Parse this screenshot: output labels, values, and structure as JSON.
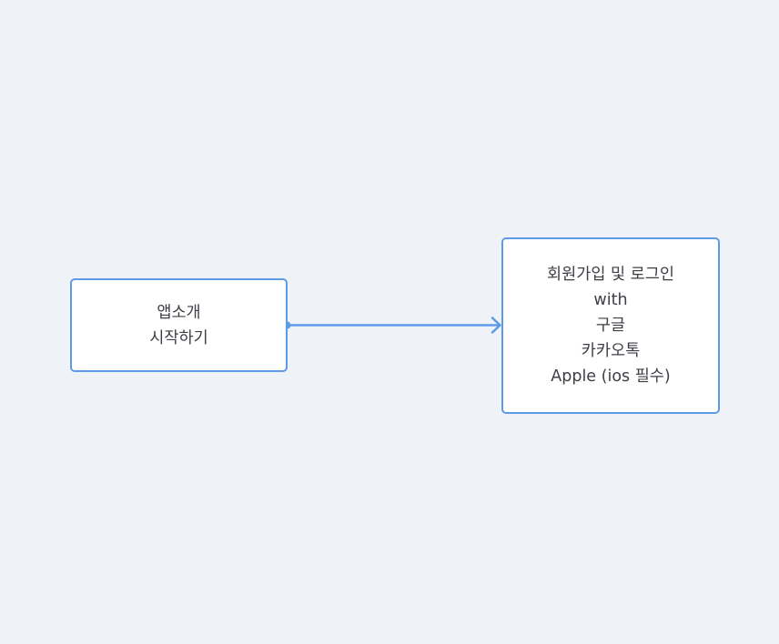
{
  "colors": {
    "background": "#eff3f7",
    "node_border": "#5d9be6",
    "node_fill": "#ffffff",
    "text": "#3d4046",
    "connector": "#5d9be6"
  },
  "nodes": {
    "start": {
      "lines": [
        "앱소개",
        "시작하기"
      ]
    },
    "login": {
      "lines": [
        "회원가입 및 로그인",
        "with",
        "구글",
        "카카오톡",
        "Apple (ios 필수)"
      ]
    }
  },
  "edges": [
    {
      "from": "start",
      "to": "login",
      "arrow": "open-chevron"
    }
  ]
}
